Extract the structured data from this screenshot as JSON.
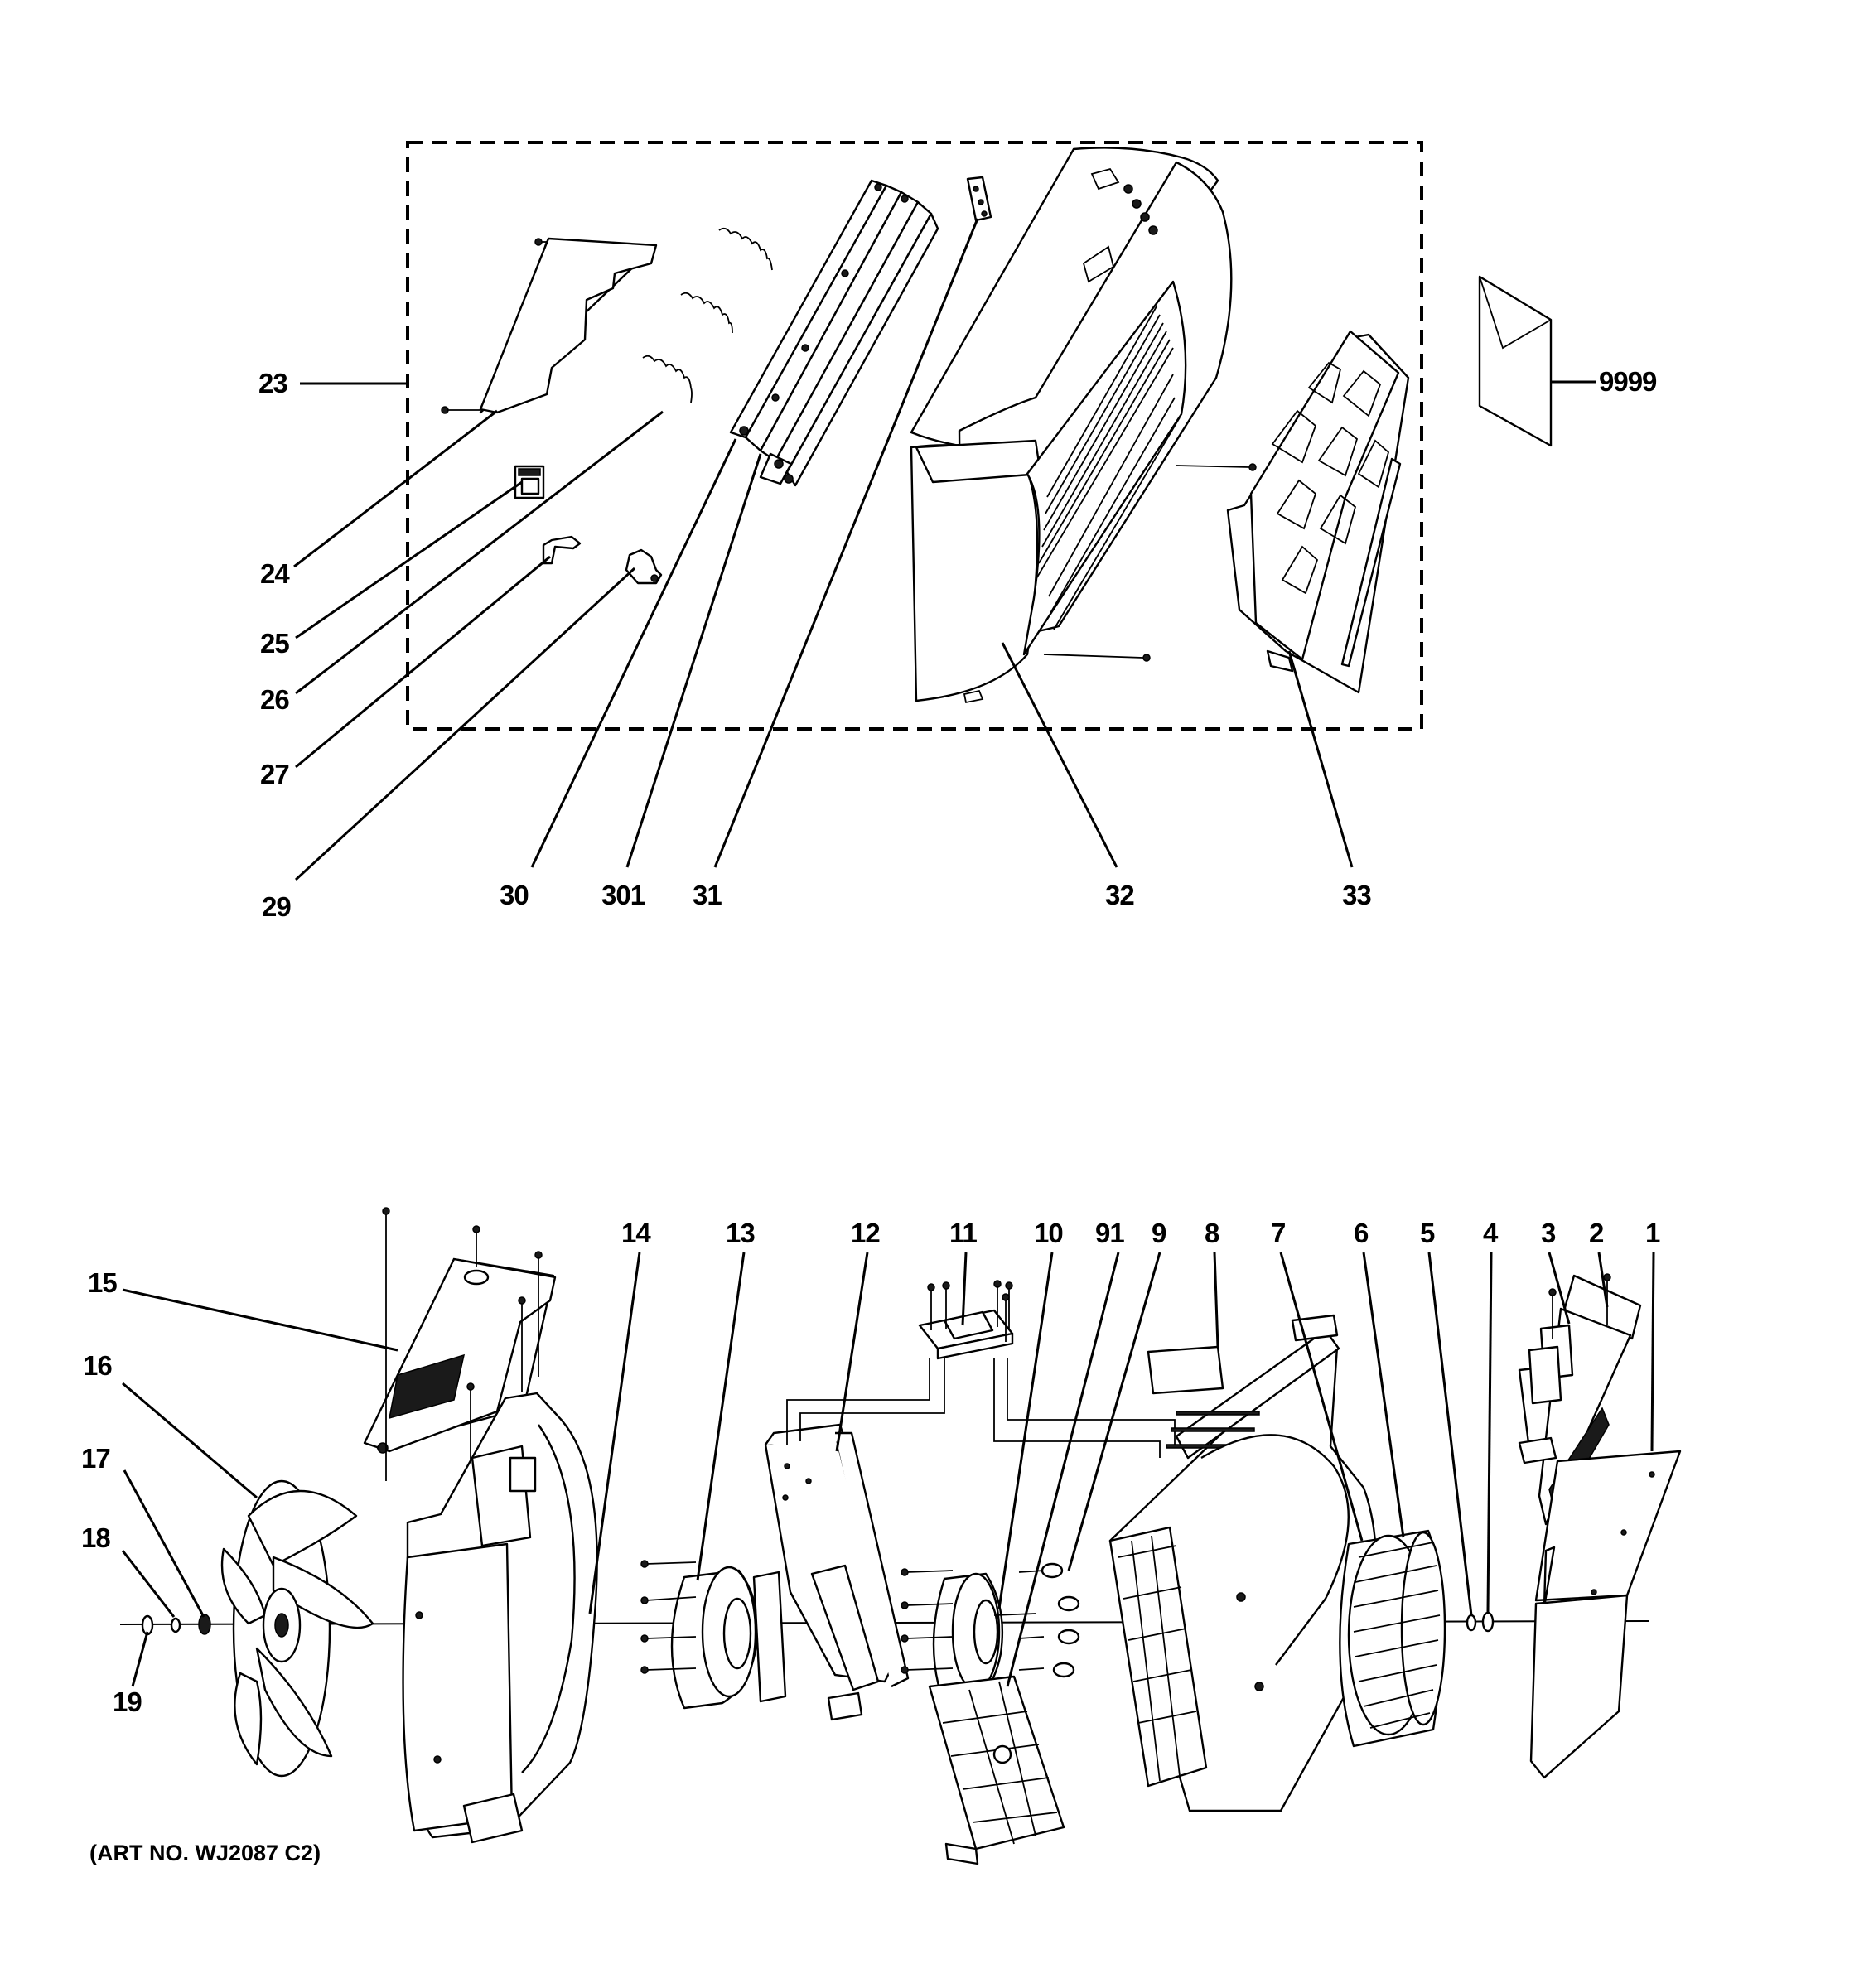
{
  "callouts": {
    "c23": "23",
    "c24": "24",
    "c25": "25",
    "c26": "26",
    "c27": "27",
    "c29": "29",
    "c30": "30",
    "c301": "301",
    "c31": "31",
    "c32": "32",
    "c33": "33",
    "c9999": "9999",
    "c1": "1",
    "c2": "2",
    "c3": "3",
    "c4": "4",
    "c5": "5",
    "c6": "6",
    "c7": "7",
    "c8": "8",
    "c9": "9",
    "c91": "91",
    "c10": "10",
    "c11": "11",
    "c12": "12",
    "c13": "13",
    "c14": "14",
    "c15": "15",
    "c16": "16",
    "c17": "17",
    "c18": "18",
    "c19": "19"
  },
  "art_number": "(ART NO. WJ2087 C2)"
}
